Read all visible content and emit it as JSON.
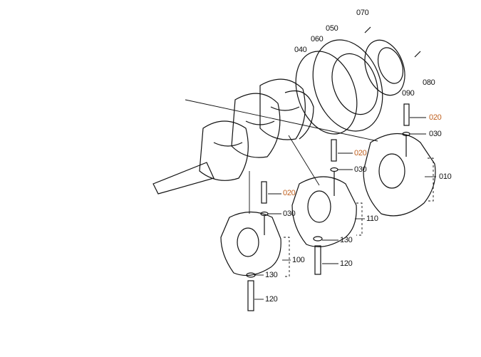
{
  "colors": {
    "highlight": "#c0601e",
    "line": "#111111"
  },
  "callouts": [
    {
      "id": "070",
      "text": "070",
      "highlight": false
    },
    {
      "id": "050",
      "text": "050",
      "highlight": false
    },
    {
      "id": "060",
      "text": "060",
      "highlight": false
    },
    {
      "id": "040",
      "text": "040",
      "highlight": false
    },
    {
      "id": "080",
      "text": "080",
      "highlight": false
    },
    {
      "id": "090",
      "text": "090",
      "highlight": false
    },
    {
      "id": "020a",
      "text": "020",
      "highlight": true
    },
    {
      "id": "030a",
      "text": "030",
      "highlight": false
    },
    {
      "id": "020b",
      "text": "020",
      "highlight": true
    },
    {
      "id": "030b",
      "text": "030",
      "highlight": false
    },
    {
      "id": "010",
      "text": "010",
      "highlight": false
    },
    {
      "id": "020c",
      "text": "020",
      "highlight": true
    },
    {
      "id": "030c",
      "text": "030",
      "highlight": false
    },
    {
      "id": "110",
      "text": "110",
      "highlight": false
    },
    {
      "id": "130a",
      "text": "130",
      "highlight": false
    },
    {
      "id": "120a",
      "text": "120",
      "highlight": false
    },
    {
      "id": "100",
      "text": "100",
      "highlight": false
    },
    {
      "id": "130b",
      "text": "130",
      "highlight": false
    },
    {
      "id": "120b",
      "text": "120",
      "highlight": false
    }
  ]
}
